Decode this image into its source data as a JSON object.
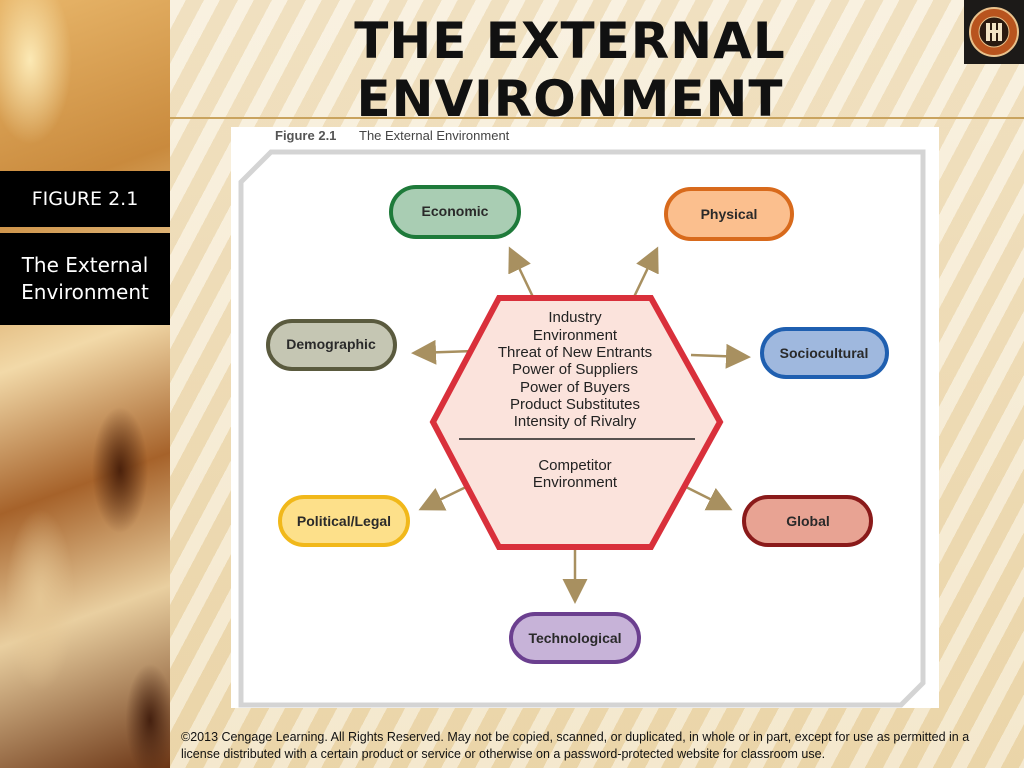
{
  "slide": {
    "title": "THE EXTERNAL ENVIRONMENT",
    "figure_label": "FIGURE  2.1",
    "figure_caption": "The External Environment",
    "logo_icon": "hitt-ireland-hoskisson-seal-icon",
    "footer": "©2013 Cengage Learning.  All Rights Reserved.  May not be copied, scanned, or duplicated, in whole or in part, except for use as permitted in a license distributed with a certain product or service or otherwise on a password-protected website for classroom use."
  },
  "figure": {
    "header_number": "Figure 2.1",
    "header_title": "The External Environment",
    "center": {
      "industry_lines": [
        "Industry",
        "Environment",
        "Threat of New Entrants",
        "Power of Suppliers",
        "Power of Buyers",
        "Product Substitutes",
        "Intensity of Rivalry"
      ],
      "competitor_lines": [
        "Competitor",
        "Environment"
      ]
    },
    "segments": {
      "economic": "Economic",
      "physical": "Physical",
      "demographic": "Demographic",
      "sociocultural": "Sociocultural",
      "political_legal": "Political/Legal",
      "global": "Global",
      "technological": "Technological"
    }
  },
  "colors": {
    "hexagon_stroke": "#d9303b",
    "hexagon_fill": "#fbe3dc",
    "arrow": "#a89060",
    "economic_fill": "#a9cdb3",
    "economic_stroke": "#1e7a3a",
    "physical_fill": "#fbbf8e",
    "physical_stroke": "#d86a1c",
    "demographic_fill": "#c5c6b3",
    "demographic_stroke": "#5a5a3e",
    "sociocultural_fill": "#9fb8de",
    "sociocultural_stroke": "#1f5fb0",
    "political_fill": "#fde08a",
    "political_stroke": "#f1b81a",
    "global_fill": "#e8a393",
    "global_stroke": "#8a1a1a",
    "technological_fill": "#c7b3d8",
    "technological_stroke": "#6b3f8f"
  }
}
